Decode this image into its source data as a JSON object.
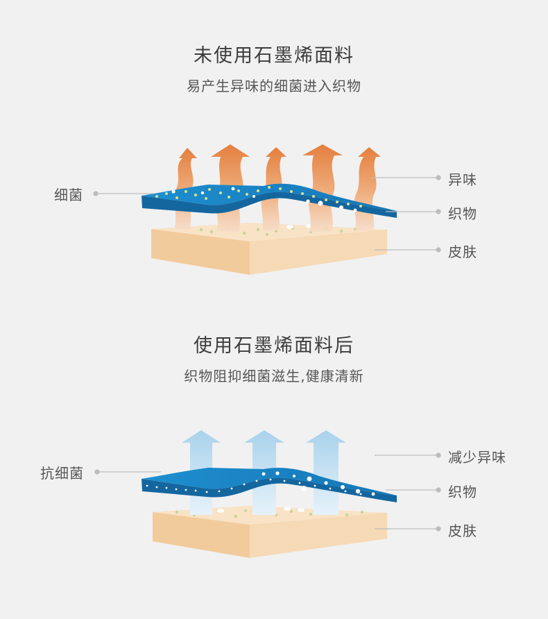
{
  "top": {
    "title": "未使用石墨烯面料",
    "subtitle": "易产生异味的细菌进入织物",
    "labels": {
      "bacteria": "细菌",
      "odor": "异味",
      "fabric": "织物",
      "skin": "皮肤"
    }
  },
  "bottom": {
    "title": "使用石墨烯面料后",
    "subtitle": "织物阻抑细菌滋生,健康清新",
    "labels": {
      "antibacterial": "抗细菌",
      "odor": "减少异味",
      "fabric": "织物",
      "skin": "皮肤"
    }
  },
  "colors": {
    "background": "#f1f1f1",
    "fabric_blue": "#1a7fc0",
    "skin": "#f3cfa2",
    "odor_orange": "#e9935a",
    "fresh_blue": "#bcdcef",
    "leader_line": "#bdbdbd"
  }
}
